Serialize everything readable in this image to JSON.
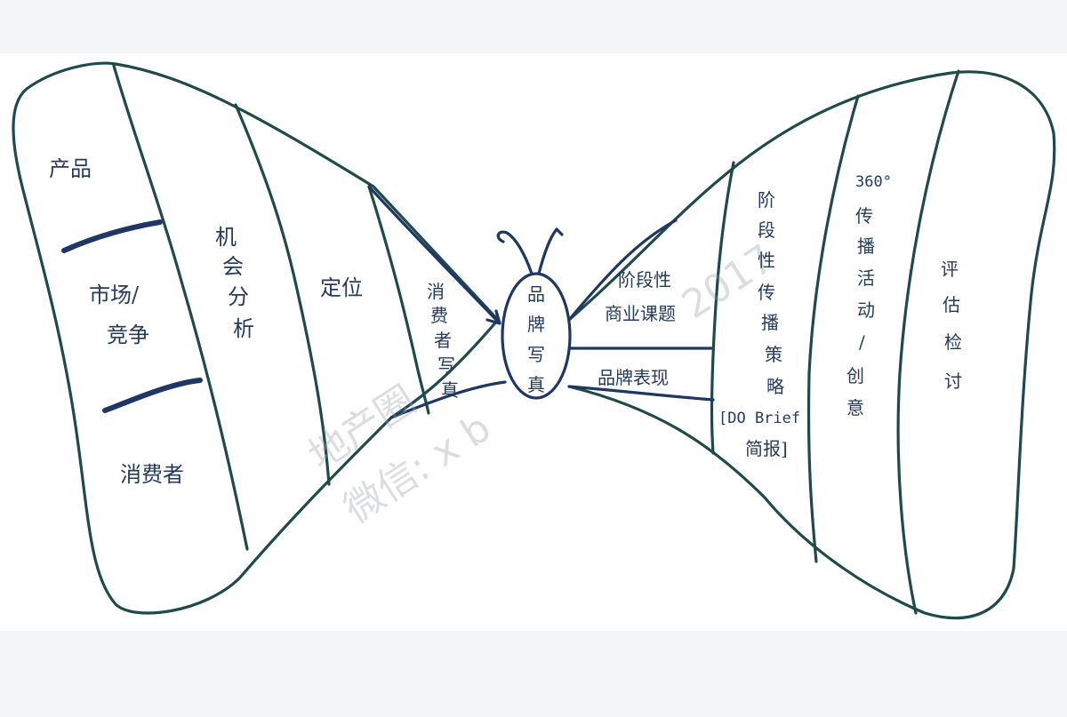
{
  "left_wing": {
    "band1": {
      "items": [
        "产品",
        "市场/",
        "竞争",
        "消费者"
      ]
    },
    "band2": {
      "chars": [
        "机",
        "会",
        "分",
        "析"
      ]
    },
    "band3": {
      "label": "定位"
    },
    "band4": {
      "lines": [
        "消",
        "费",
        "者",
        "写",
        "真"
      ]
    }
  },
  "body": {
    "chars": [
      "品",
      "牌",
      "写",
      "真"
    ]
  },
  "right_wing": {
    "upper_left": {
      "lines": [
        "阶段性",
        "商业课题"
      ]
    },
    "lower_left": {
      "label": "品牌表现"
    },
    "band_strategy": {
      "chars": [
        "阶",
        "段",
        "性",
        "传",
        "播",
        "策",
        "略"
      ],
      "note_line1": "[DO Brief",
      "note_line2": "简报]"
    },
    "band_360": {
      "heading": "360°",
      "chars": [
        "传",
        "播",
        "活",
        "动",
        "/",
        "创",
        "意"
      ]
    },
    "band_eval": {
      "chars": [
        "评",
        "估",
        "检",
        "讨"
      ]
    }
  },
  "watermark": {
    "line1": "地产圈",
    "line2": "微信: x b",
    "numbers": "2017"
  },
  "colors": {
    "ink_green": "#1f4a4a",
    "ink_blue": "#1e3766",
    "text": "#243a5e",
    "paper": "#ffffff",
    "background": "#f4f5f7"
  }
}
